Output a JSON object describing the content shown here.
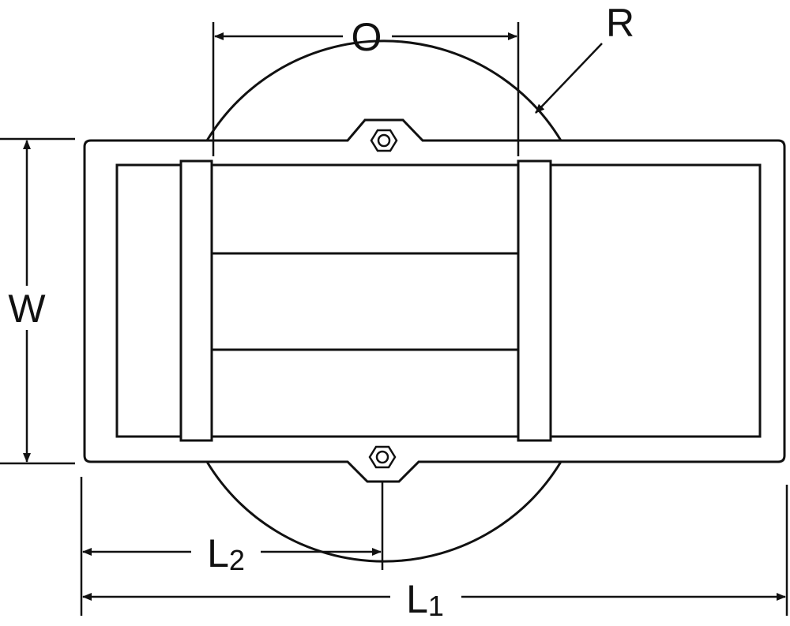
{
  "labels": {
    "o": "O",
    "r": "R",
    "w": "W",
    "l2_main": "L",
    "l2_sub": "2",
    "l1_main": "L",
    "l1_sub": "1"
  },
  "colors": {
    "line": "#111111",
    "background": "#ffffff"
  }
}
